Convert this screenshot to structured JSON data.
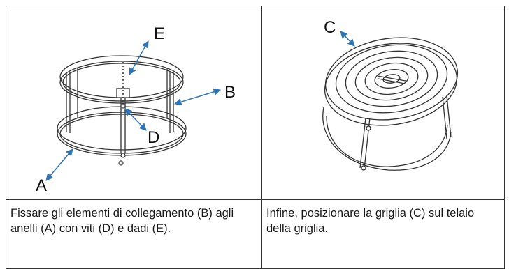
{
  "left_panel": {
    "labels": {
      "a": "A",
      "b": "B",
      "d": "D",
      "e": "E"
    },
    "caption": "Fissare gli elementi di collegamento (B) agli anelli (A) con viti (D) e dadi (E)."
  },
  "right_panel": {
    "labels": {
      "c": "C"
    },
    "caption": "Infine, posizionare la griglia (C) sul telaio della griglia."
  },
  "colors": {
    "arrow": "#2e75b6",
    "line": "#333333",
    "border": "#333333"
  },
  "icons": [
    "frame-illustration",
    "grill-illustration"
  ]
}
